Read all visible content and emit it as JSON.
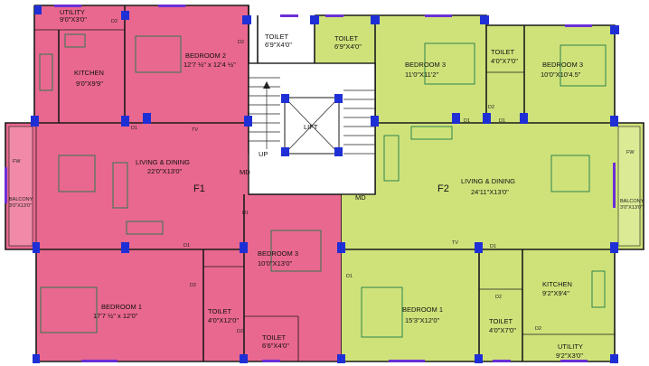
{
  "units": {
    "f1": {
      "tag": "F1",
      "color": "#e9688f",
      "rooms": {
        "utility": {
          "name": "UTILITY",
          "dim": "9'0\"X3'0\""
        },
        "kitchen": {
          "name": "KITCHEN",
          "dim": "9'0\"X9'9\""
        },
        "bedroom2": {
          "name": "BEDROOM 2",
          "dim": "12'7 ½\" x 12'4 ½\""
        },
        "toilet_top": {
          "name": "TOILET",
          "dim": "6'9\"X4'0\""
        },
        "living": {
          "name": "LIVING & DINING",
          "dim": "22'0\"X13'0\""
        },
        "bedroom3": {
          "name": "BEDROOM 3",
          "dim": "10'0\"X13'0\""
        },
        "bedroom1": {
          "name": "BEDROOM 1",
          "dim": "17'7 ½\" x 12'0\""
        },
        "toilet_mid": {
          "name": "TOILET",
          "dim": "4'0\"X12'0\""
        },
        "toilet_bottom": {
          "name": "TOILET",
          "dim": "6'6\"X4'0\""
        },
        "balcony": {
          "name": "BALCONY",
          "dim": "3'0\"X13'0\""
        }
      }
    },
    "f2": {
      "tag": "F2",
      "color": "#cfe27a",
      "rooms": {
        "toilet_top": {
          "name": "TOILET",
          "dim": "6'9\"X4'0\""
        },
        "bedroom3a": {
          "name": "BEDROOM 3",
          "dim": "11'0\"X11'2\""
        },
        "toilet_small": {
          "name": "TOILET",
          "dim": "4'0\"X7'0\""
        },
        "bedroom3b": {
          "name": "BEDROOM 3",
          "dim": "10'0\"X10'4.5\""
        },
        "living": {
          "name": "LIVING & DINING",
          "dim": "24'11\"X13'0\""
        },
        "bedroom1": {
          "name": "BEDROOM 1",
          "dim": "15'3\"X12'0\""
        },
        "toilet_bottom": {
          "name": "TOILET",
          "dim": "4'0\"X7'0\""
        },
        "kitchen": {
          "name": "KITCHEN",
          "dim": "9'2\"X9'4\""
        },
        "utility": {
          "name": "UTILITY",
          "dim": "9'2\"X3'0\""
        },
        "balcony": {
          "name": "BALCONY",
          "dim": "3'0\"X13'0\""
        }
      }
    }
  },
  "core": {
    "lift": "LIFT",
    "up": "UP",
    "md": "MD"
  },
  "tags": {
    "d1": "D1",
    "d2": "D2",
    "tv": "TV",
    "fw": "FW"
  }
}
